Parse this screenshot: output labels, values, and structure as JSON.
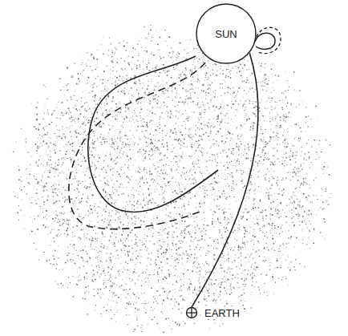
{
  "diagram": {
    "nodes": [
      {
        "text": [
          "SUN"
        ]
      },
      {
        "text": [
          "EARTH"
        ]
      }
    ],
    "edges": [
      {
        "from": 0,
        "to": 1,
        "arrow": "none"
      }
    ]
  }
}
